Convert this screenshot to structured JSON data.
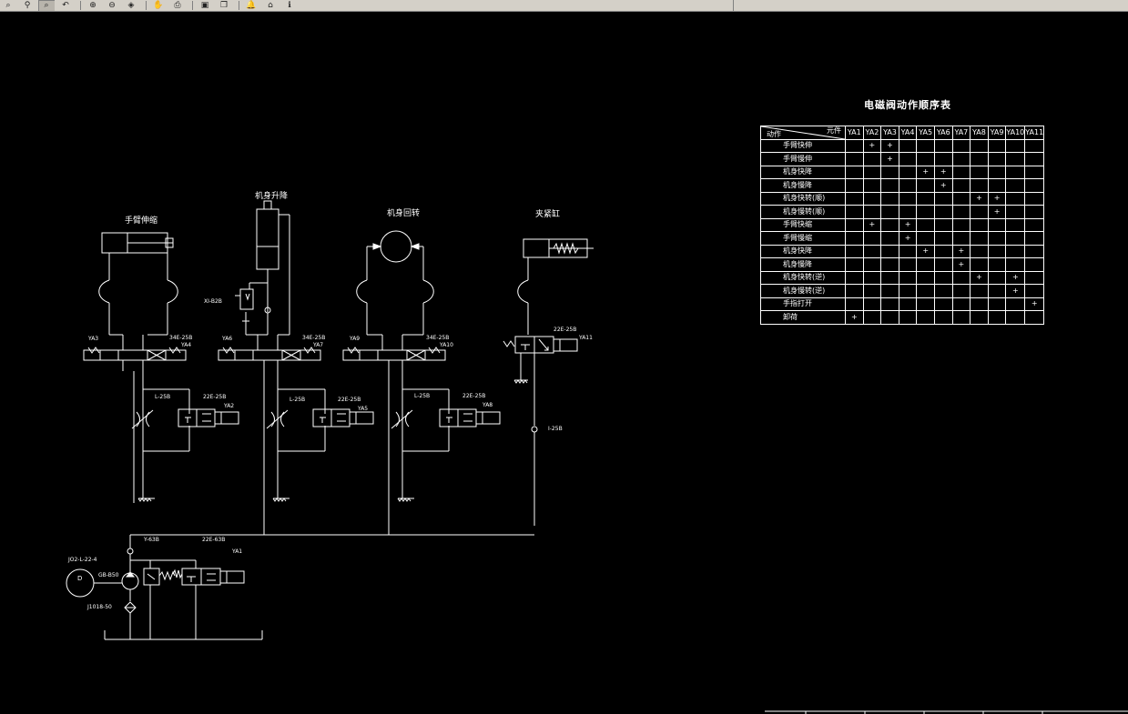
{
  "toolbar": {
    "buttons": [
      {
        "icon": "zoom-icon",
        "glyph": "⌕",
        "active": false
      },
      {
        "icon": "zoom-in-icon",
        "glyph": "⚲",
        "active": false
      },
      {
        "icon": "zoom-window-icon",
        "glyph": "⌕",
        "active": true
      },
      {
        "icon": "zoom-previous-icon",
        "glyph": "↶",
        "active": false
      },
      {
        "icon": "zoom-extents-icon",
        "glyph": "⊕",
        "active": false
      },
      {
        "icon": "zoom-out-icon",
        "glyph": "⊖",
        "active": false
      },
      {
        "icon": "layer-icon",
        "glyph": "◈",
        "active": false
      },
      {
        "icon": "pan-icon",
        "glyph": "✋",
        "active": false
      },
      {
        "icon": "print-icon",
        "glyph": "⎙",
        "active": false
      },
      {
        "icon": "page-icon",
        "glyph": "▣",
        "active": false
      },
      {
        "icon": "copy-icon",
        "glyph": "❐",
        "active": false
      },
      {
        "icon": "bell-icon",
        "glyph": "🔔",
        "active": false
      },
      {
        "icon": "home-icon",
        "glyph": "⌂",
        "active": false
      },
      {
        "icon": "info-icon",
        "glyph": "ℹ",
        "active": false
      }
    ]
  },
  "diagram": {
    "circuits": [
      {
        "title": "手臂伸缩",
        "valve_left": "YA3",
        "valve_code": "34E-25B",
        "valve_right": "YA4",
        "throttle": "L-25B",
        "sub_valve": "22E-25B",
        "sub_coil": "YA2"
      },
      {
        "title": "机身升降",
        "valve_left": "YA6",
        "valve_code": "34E-25B",
        "valve_right": "YA7",
        "throttle": "L-25B",
        "sub_valve": "22E-25B",
        "sub_coil": "YA5",
        "relief": "XI-B2B"
      },
      {
        "title": "机身回转",
        "valve_left": "YA9",
        "valve_code": "34E-25B",
        "valve_right": "YA10",
        "throttle": "L-25B",
        "sub_valve": "22E-25B",
        "sub_coil": "YA8"
      },
      {
        "title": "夹紧缸",
        "valve_code": "22E-25B",
        "valve_right": "YA11",
        "check": "I-25B"
      }
    ],
    "pump": {
      "motor": "JO2-L-22-4",
      "motor_symbol": "D",
      "pump_code": "GB-B50",
      "filter_code": "J1018-50",
      "relief_code": "Y-63B",
      "unload_valve": "22E-63B",
      "unload_coil": "YA1"
    }
  },
  "sequence_table": {
    "title": "电磁阀动作顺序表",
    "corner_top": "元件",
    "corner_bottom": "动作",
    "columns": [
      "YA1",
      "YA2",
      "YA3",
      "YA4",
      "YA5",
      "YA6",
      "YA7",
      "YA8",
      "YA9",
      "YA10",
      "YA11"
    ],
    "rows": [
      {
        "action": "手臂快伸",
        "cells": [
          "",
          "+",
          "+",
          "",
          "",
          "",
          "",
          "",
          "",
          "",
          ""
        ]
      },
      {
        "action": "手臂慢伸",
        "cells": [
          "",
          "",
          "+",
          "",
          "",
          "",
          "",
          "",
          "",
          "",
          ""
        ]
      },
      {
        "action": "机身快降",
        "cells": [
          "",
          "",
          "",
          "",
          "+",
          "+",
          "",
          "",
          "",
          "",
          ""
        ]
      },
      {
        "action": "机身慢降",
        "cells": [
          "",
          "",
          "",
          "",
          "",
          "+",
          "",
          "",
          "",
          "",
          ""
        ]
      },
      {
        "action": "机身快转(顺)",
        "cells": [
          "",
          "",
          "",
          "",
          "",
          "",
          "",
          "+",
          "+",
          "",
          ""
        ]
      },
      {
        "action": "机身慢转(顺)",
        "cells": [
          "",
          "",
          "",
          "",
          "",
          "",
          "",
          "",
          "+",
          "",
          ""
        ]
      },
      {
        "action": "手臂快缩",
        "cells": [
          "",
          "+",
          "",
          "+",
          "",
          "",
          "",
          "",
          "",
          "",
          ""
        ]
      },
      {
        "action": "手臂慢缩",
        "cells": [
          "",
          "",
          "",
          "+",
          "",
          "",
          "",
          "",
          "",
          "",
          ""
        ]
      },
      {
        "action": "机身快降",
        "cells": [
          "",
          "",
          "",
          "",
          "+",
          "",
          "+",
          "",
          "",
          "",
          ""
        ]
      },
      {
        "action": "机身慢降",
        "cells": [
          "",
          "",
          "",
          "",
          "",
          "",
          "+",
          "",
          "",
          "",
          ""
        ]
      },
      {
        "action": "机身快转(逆)",
        "cells": [
          "",
          "",
          "",
          "",
          "",
          "",
          "",
          "+",
          "",
          "+",
          ""
        ]
      },
      {
        "action": "机身慢转(逆)",
        "cells": [
          "",
          "",
          "",
          "",
          "",
          "",
          "",
          "",
          "",
          "+",
          ""
        ]
      },
      {
        "action": "手指打开",
        "cells": [
          "",
          "",
          "",
          "",
          "",
          "",
          "",
          "",
          "",
          "",
          "+"
        ]
      },
      {
        "action": "卸荷",
        "cells": [
          "+",
          "",
          "",
          "",
          "",
          "",
          "",
          "",
          "",
          "",
          ""
        ]
      }
    ]
  },
  "colors": {
    "background": "#000000",
    "line": "#ffffff",
    "toolbar": "#d4d0c8"
  }
}
